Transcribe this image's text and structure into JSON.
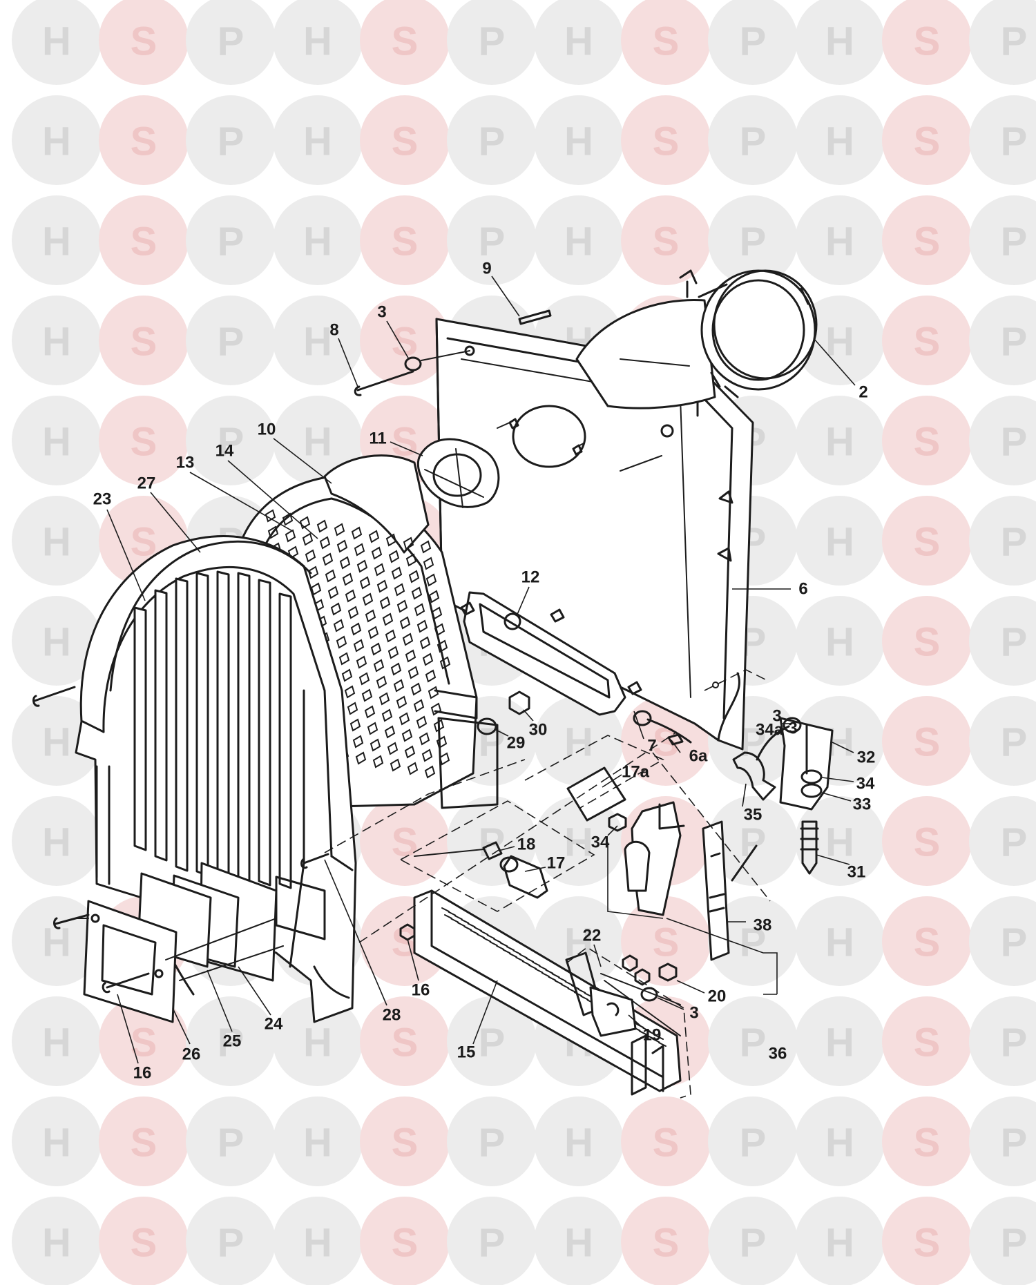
{
  "watermark": {
    "letters": [
      "H",
      "S",
      "P"
    ],
    "colors": {
      "H": "#ececec",
      "S": "#f6dede",
      "P": "#ececec",
      "letter_H": "#d6d6d6",
      "letter_S": "#efc6c6",
      "letter_P": "#d6d6d6"
    }
  },
  "diagram": {
    "part_labels": [
      "2",
      "3",
      "3",
      "3",
      "3",
      "6",
      "6a",
      "7",
      "8",
      "9",
      "10",
      "11",
      "12",
      "13",
      "14",
      "15",
      "16",
      "16",
      "17",
      "17a",
      "18",
      "19",
      "20",
      "22",
      "23",
      "24",
      "25",
      "26",
      "27",
      "28",
      "29",
      "30",
      "31",
      "32",
      "33",
      "34",
      "34",
      "34a",
      "35",
      "36",
      "38"
    ]
  }
}
